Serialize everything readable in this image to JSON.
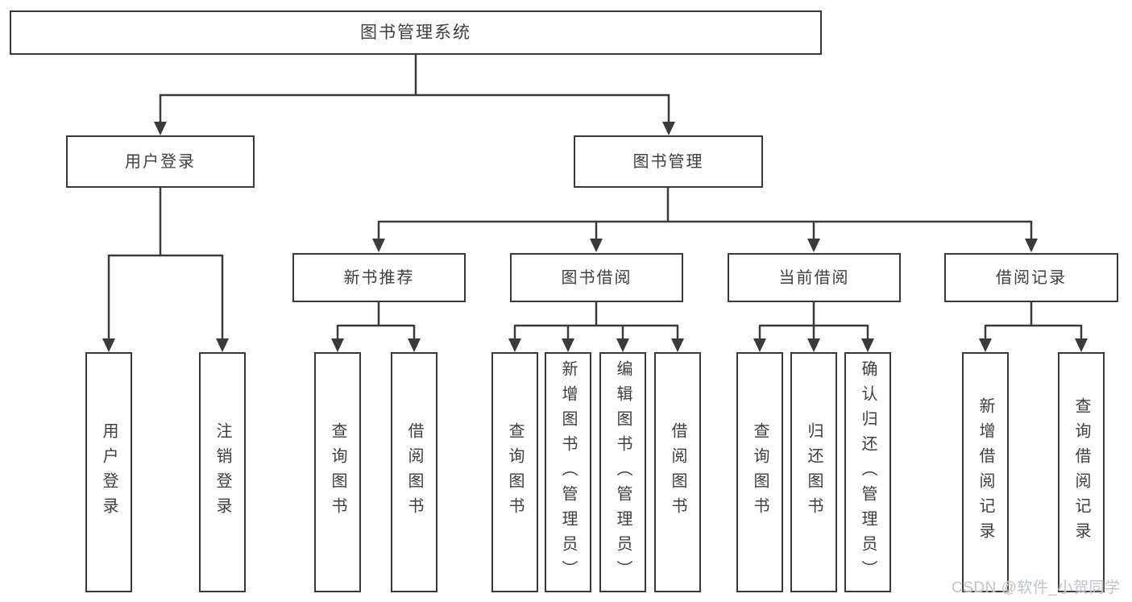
{
  "diagram": {
    "root": {
      "label": "图书管理系统"
    },
    "level2": [
      {
        "label": "用户登录"
      },
      {
        "label": "图书管理"
      }
    ],
    "level3": [
      {
        "label": "新书推荐"
      },
      {
        "label": "图书借阅"
      },
      {
        "label": "当前借阅"
      },
      {
        "label": "借阅记录"
      }
    ],
    "leaves": [
      {
        "label": "用户登录"
      },
      {
        "label": "注销登录"
      },
      {
        "label": "查询图书"
      },
      {
        "label": "借阅图书"
      },
      {
        "label": "查询图书"
      },
      {
        "label": "新增图书（管理员）"
      },
      {
        "label": "编辑图书（管理员）"
      },
      {
        "label": "借阅图书"
      },
      {
        "label": "查询图书"
      },
      {
        "label": "归还图书"
      },
      {
        "label": "确认归还（管理员）"
      },
      {
        "label": "新增借阅记录"
      },
      {
        "label": "查询借阅记录"
      }
    ]
  },
  "colors": {
    "line": "#3a3a3a",
    "text": "#3e3e40",
    "watermark": "#bfc3c7",
    "background": "#ffffff"
  },
  "watermark": {
    "text": "CSDN @软件_小贺同学"
  }
}
